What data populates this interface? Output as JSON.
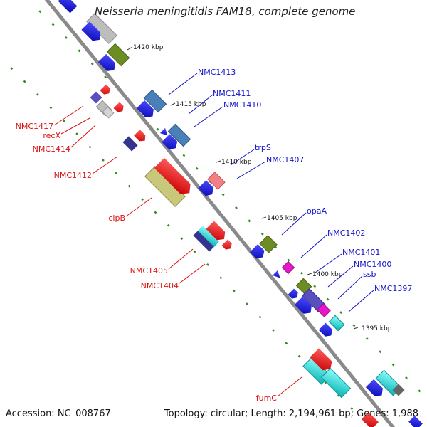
{
  "title": "Neisseria meningitidis FAM18, complete genome",
  "footer": {
    "accession": "Accession: NC_008767",
    "summary": "Topology: circular; Length: 2,194,961 bp; Genes: 1,988"
  },
  "ticks": [
    "1420 kbp",
    "1415 kbp",
    "1410 kbp",
    "1405 kbp",
    "1400 kbp",
    "1395 kbp"
  ],
  "labels_right": [
    "NMC1413",
    "NMC1411",
    "NMC1410",
    "trpS",
    "NMC1407",
    "opaA",
    "NMC1402",
    "NMC1401",
    "NMC1400",
    "ssb",
    "NMC1397"
  ],
  "labels_left": [
    "NMC1417",
    "recX",
    "NMC1414",
    "NMC1412",
    "clpB",
    "NMC1405",
    "NMC1404",
    "fumC"
  ],
  "colors": {
    "label_right": "#1010cc",
    "label_left": "#dd1111",
    "backbone": "#8a8a8a",
    "ruler_dash": "#2f8f1f",
    "gene_blue": "#1414e0",
    "gene_red": "#ff1414",
    "gene_cyan": "#18e0e0",
    "gene_olive": "#6e8c24",
    "gene_khaki": "#c8c87a",
    "gene_steel": "#4a7fb8",
    "gene_gray": "#bdbdbd",
    "gene_magenta": "#e617c8",
    "gene_pink": "#f07f86",
    "gene_purple": "#5a4fbf",
    "gene_navy": "#35358f"
  }
}
